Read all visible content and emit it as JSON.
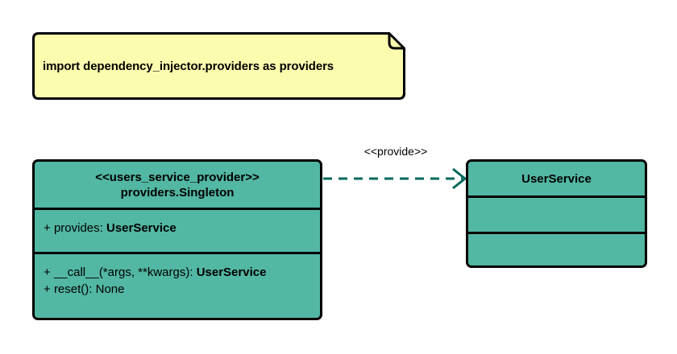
{
  "diagram": {
    "type": "uml-class-diagram",
    "background": "#ffffff",
    "colors": {
      "note_fill": "#fcfcaf",
      "class_fill": "#52b7a3",
      "border": "#000000",
      "link": "#00695c"
    }
  },
  "note": {
    "name": "import-note",
    "text": "import dependency_injector.providers as providers",
    "fold_corner": "top-right"
  },
  "provider_class": {
    "stereotype": "<<users_service_provider>>",
    "name": "providers.Singleton",
    "attributes": [
      {
        "visibility": "+",
        "label": "provides:",
        "type": "UserService"
      }
    ],
    "operations": [
      {
        "visibility": "+",
        "label": "__call__(*args, **kwargs):",
        "type": "UserService"
      },
      {
        "visibility": "+",
        "label": "reset(): None",
        "type": ""
      }
    ]
  },
  "service_class": {
    "name": "UserService",
    "attributes": [],
    "operations": []
  },
  "link": {
    "label": "<<provide>>",
    "style": "dashed",
    "arrow": "open",
    "direction": "provider-to-service"
  }
}
